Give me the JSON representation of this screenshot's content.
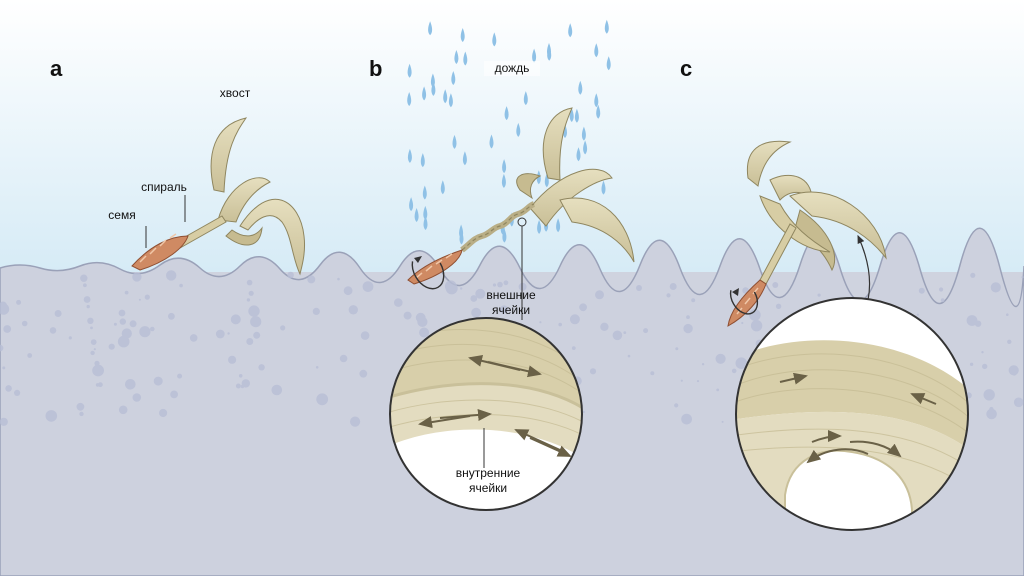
{
  "panels": {
    "a": "a",
    "b": "b",
    "c": "c"
  },
  "labels": {
    "tail": "хвост",
    "spiral": "спираль",
    "seed": "семя",
    "rain": "дождь",
    "outer_cells_1": "внешние",
    "outer_cells_2": "ячейки",
    "inner_cells_1": "внутренние",
    "inner_cells_2": "ячейки"
  },
  "colors": {
    "sky_top": "#ffffff",
    "sky_bottom": "#d6ebf6",
    "soil": "#cdd1de",
    "pebble": "#b9bfd6",
    "awn": "#d8cfaa",
    "awn_dark": "#a89e78",
    "seed": "#cf8a63",
    "rain": "#8fc1e6"
  }
}
